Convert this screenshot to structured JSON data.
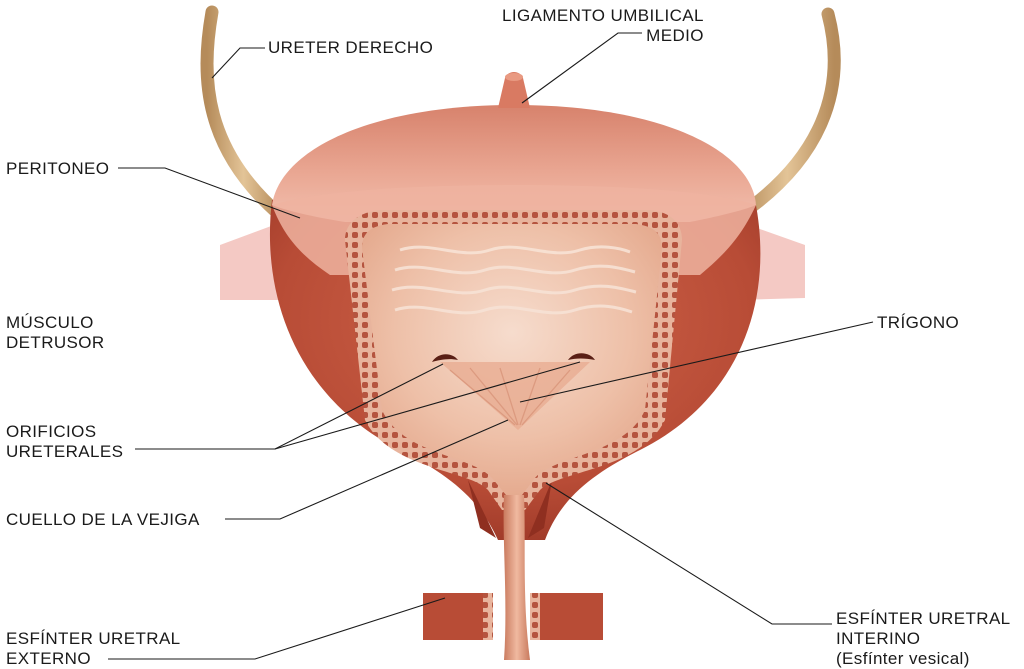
{
  "labels": {
    "ureter": "URETER DERECHO",
    "ligament_1": "LIGAMENTO UMBILICAL",
    "ligament_2": "MEDIO",
    "peritoneum": "PERITONEO",
    "detrusor_1": "MÚSCULO",
    "detrusor_2": "DETRUSOR",
    "trigone": "TRÍGONO",
    "orifices_1": "ORIFICIOS",
    "orifices_2": "URETERALES",
    "neck": "CUELLO DE LA VEJIGA",
    "ext_sphincter_1": "ESFÍNTER URETRAL",
    "ext_sphincter_2": "EXTERNO",
    "int_sphincter_1": "ESFÍNTER URETRAL",
    "int_sphincter_2": "INTERINO",
    "int_sphincter_3": "(Esfínter vesical)"
  },
  "colors": {
    "muscle": "#c0563e",
    "muscle_dark": "#8f2f20",
    "peritoneum": "#e9a38f",
    "mucosa": "#f0c4ae",
    "ureter": "#d8b383",
    "wing": "#f4c9c4",
    "leader": "#1a1a1a"
  }
}
